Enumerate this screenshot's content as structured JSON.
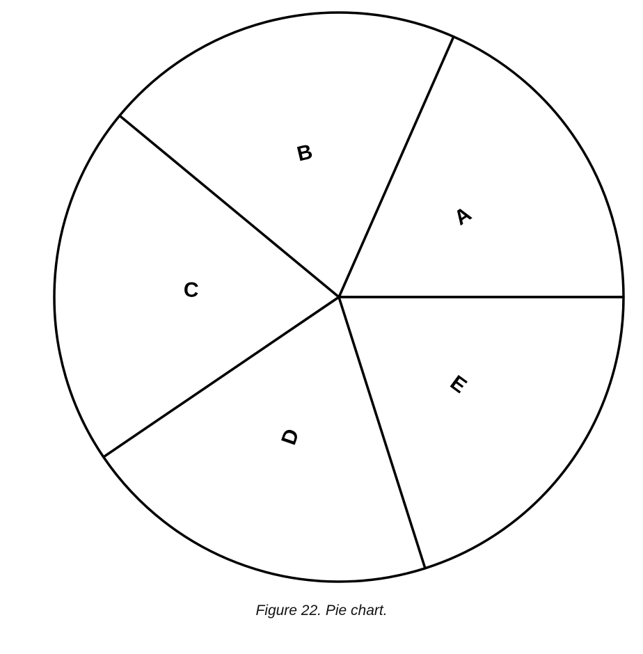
{
  "chart_data": {
    "type": "pie",
    "slices": [
      {
        "label": "A",
        "value": 18.4
      },
      {
        "label": "B",
        "value": 20.6
      },
      {
        "label": "C",
        "value": 20.5
      },
      {
        "label": "D",
        "value": 20.4
      },
      {
        "label": "E",
        "value": 20.1
      }
    ],
    "title": "",
    "legend": "none",
    "colors": {
      "fill": "#ffffff",
      "stroke": "#000000"
    }
  },
  "caption": "Figure 22. Pie chart."
}
